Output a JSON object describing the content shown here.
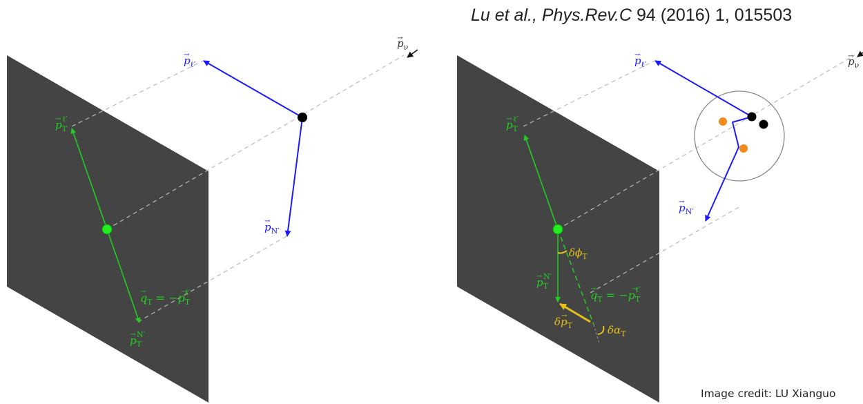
{
  "citation": {
    "authors": "Lu et al.,",
    "journal": "Phys.Rev.C",
    "rest": " 94 (2016) 1, 015503"
  },
  "credit": "Image credit: LU Xianguo",
  "colors": {
    "plane": "#444444",
    "blue": "#1a1aff",
    "green": "#22cc22",
    "yellow": "#e6c21a",
    "orange": "#f28a1c",
    "dash": "#bbbbbb"
  },
  "left_panel": {
    "p_nu": {
      "base": "p",
      "sub": "ν"
    },
    "p_lepton": {
      "base": "p",
      "sub": "ℓ′"
    },
    "p_nucleon": {
      "base": "p",
      "sub": "N′"
    },
    "pT_lepton": {
      "base": "p",
      "sub": "T",
      "sup": "ℓ′"
    },
    "pT_nucleon": {
      "base": "p",
      "sub": "T",
      "sup": "N′"
    },
    "qT": {
      "lhs": "q",
      "lhs_sub": "T",
      "eq": " = −",
      "rhs": "p",
      "rhs_sub": "T",
      "rhs_sup": "ℓ′"
    }
  },
  "right_panel": {
    "p_nu": {
      "base": "p",
      "sub": "ν"
    },
    "p_lepton": {
      "base": "p",
      "sub": "ℓ′"
    },
    "p_nucleon": {
      "base": "p",
      "sub": "N′"
    },
    "pT_lepton": {
      "base": "p",
      "sub": "T",
      "sup": "ℓ′"
    },
    "pT_nucleon": {
      "base": "p",
      "sub": "T",
      "sup": "N′"
    },
    "qT": {
      "lhs": "q",
      "lhs_sub": "T",
      "eq": " = −",
      "rhs": "p",
      "rhs_sub": "T",
      "rhs_sup": "ℓ′"
    },
    "delta_phi": {
      "prefix": "δϕ",
      "sub": "T"
    },
    "delta_pT": {
      "prefix": "δ",
      "base": "p",
      "sub": "T"
    },
    "delta_alpha": {
      "prefix": "δα",
      "sub": "T"
    }
  }
}
